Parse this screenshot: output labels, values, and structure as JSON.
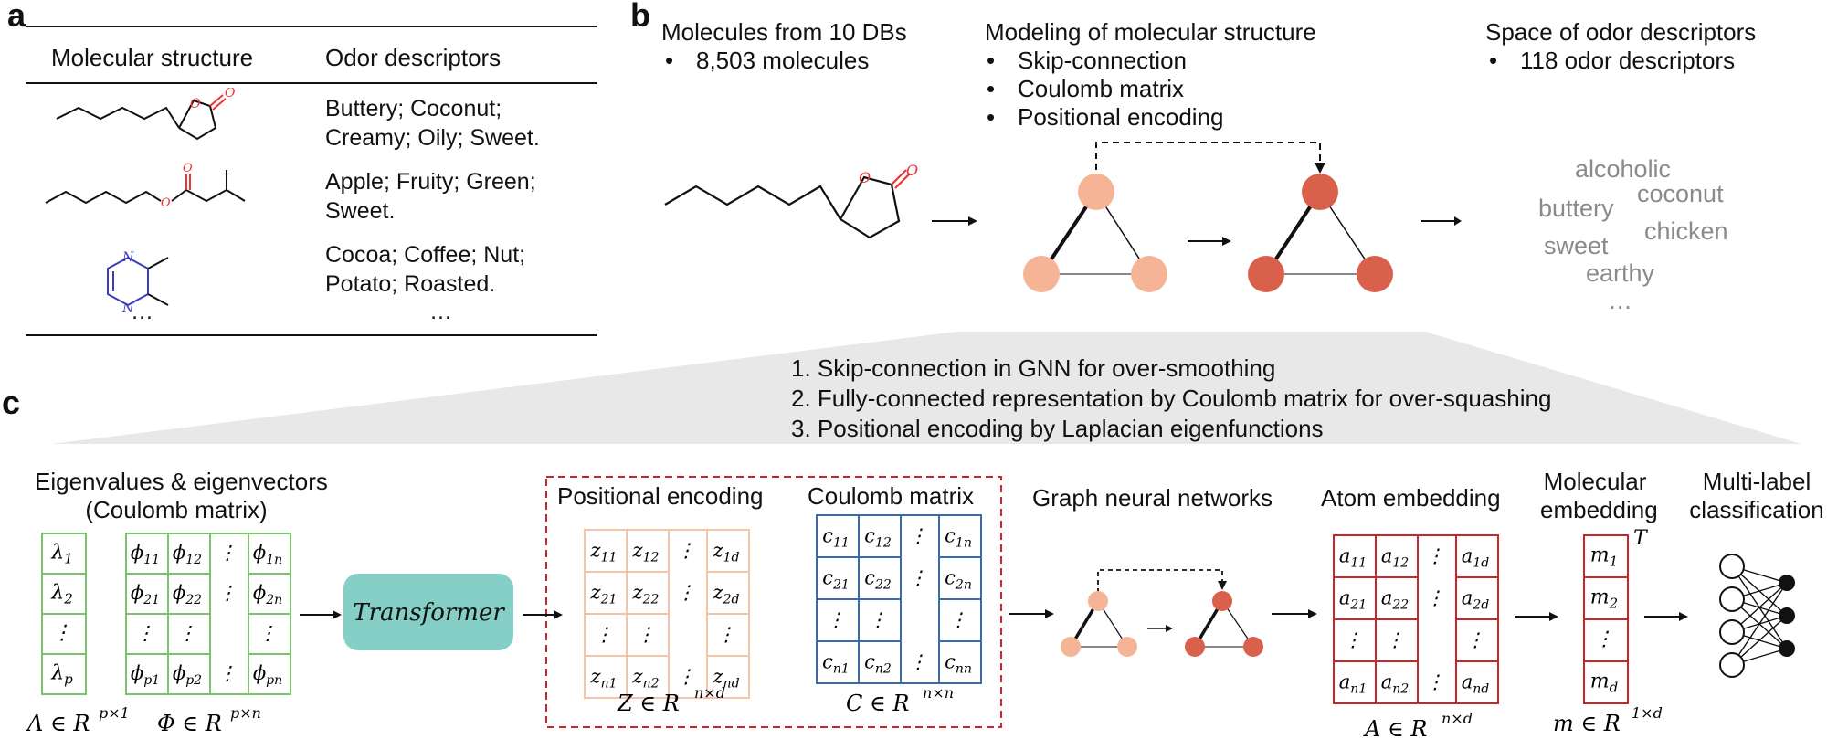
{
  "panels": {
    "a": "a",
    "b": "b",
    "c": "c"
  },
  "table": {
    "headers": [
      "Molecular structure",
      "Odor descriptors"
    ],
    "rows": [
      {
        "odor_line1": "Buttery; Coconut;",
        "odor_line2": "Creamy; Oily; Sweet."
      },
      {
        "odor_line1": "Apple; Fruity; Green;",
        "odor_line2": "Sweet."
      },
      {
        "odor_line1": "Cocoa; Coffee; Nut;",
        "odor_line2": "Potato; Roasted."
      }
    ],
    "ellipsis_left": "…",
    "ellipsis_right": "…"
  },
  "atoms": {
    "O": "O",
    "N": "N"
  },
  "panel_b": {
    "molecules_title": "Molecules from 10 DBs",
    "molecules_bullet": "8,503 molecules",
    "modeling_title": "Modeling of molecular structure",
    "modeling_bullets": [
      "Skip-connection",
      "Coulomb matrix",
      "Positional encoding"
    ],
    "space_title": "Space of odor descriptors",
    "space_bullet": "118 odor descriptors",
    "bullet_char": "•",
    "odor_words": [
      "alcoholic",
      "coconut",
      "buttery",
      "chicken",
      "sweet",
      "earthy",
      "…"
    ]
  },
  "improvements": [
    "1.   Skip-connection in GNN for over-smoothing",
    "2.   Fully-connected representation by Coulomb matrix for over-squashing",
    "3.   Positional encoding by Laplacian eigenfunctions"
  ],
  "panel_c": {
    "eig_title1": "Eigenvalues & eigenvectors",
    "eig_title2": "(Coulomb matrix)",
    "transformer": "Transformer",
    "pe_title": "Positional encoding",
    "cm_title": "Coulomb matrix",
    "gnn_title": "Graph neural networks",
    "atom_title": "Atom embedding",
    "mol_title1": "Molecular",
    "mol_title2": "embedding",
    "transpose": "T",
    "cls_title1": "Multi-label",
    "cls_title2": "classification",
    "lambda_label": "Λ ∈ R",
    "lambda_dim": "p×1",
    "phi_label": "Φ ∈ R",
    "phi_dim": "p×n",
    "z_label": "Z ∈ R",
    "z_dim": "n×d",
    "c_label": "C ∈ R",
    "c_dim": "n×n",
    "a_label": "A ∈ R",
    "a_dim": "n×d",
    "m_label": "m ∈ R",
    "m_dim": "1×d",
    "dots_v": "⋮",
    "dots_h": "⋮",
    "lambda_cells": [
      [
        "λ",
        "1"
      ],
      [
        "λ",
        "2"
      ],
      [
        "⋮",
        ""
      ],
      [
        "λ",
        "p"
      ]
    ],
    "phi_cells": [
      [
        [
          "ϕ",
          "11"
        ],
        [
          "ϕ",
          "12"
        ],
        [
          "⋮",
          ""
        ],
        [
          "ϕ",
          "1n"
        ]
      ],
      [
        [
          "ϕ",
          "21"
        ],
        [
          "ϕ",
          "22"
        ],
        [
          "⋮",
          ""
        ],
        [
          "ϕ",
          "2n"
        ]
      ],
      [
        [
          "⋮",
          ""
        ],
        [
          "⋮",
          ""
        ],
        [
          "",
          ""
        ],
        [
          "⋮",
          ""
        ]
      ],
      [
        [
          "ϕ",
          "p1"
        ],
        [
          "ϕ",
          "p2"
        ],
        [
          "⋮",
          ""
        ],
        [
          "ϕ",
          "pn"
        ]
      ]
    ],
    "z_cells": [
      [
        [
          "z",
          "11"
        ],
        [
          "z",
          "12"
        ],
        [
          "⋮",
          ""
        ],
        [
          "z",
          "1d"
        ]
      ],
      [
        [
          "z",
          "21"
        ],
        [
          "z",
          "22"
        ],
        [
          "⋮",
          ""
        ],
        [
          "z",
          "2d"
        ]
      ],
      [
        [
          "⋮",
          ""
        ],
        [
          "⋮",
          ""
        ],
        [
          "",
          ""
        ],
        [
          "⋮",
          ""
        ]
      ],
      [
        [
          "z",
          "n1"
        ],
        [
          "z",
          "n2"
        ],
        [
          "⋮",
          ""
        ],
        [
          "z",
          "nd"
        ]
      ]
    ],
    "c_cells": [
      [
        [
          "c",
          "11"
        ],
        [
          "c",
          "12"
        ],
        [
          "⋮",
          ""
        ],
        [
          "c",
          "1n"
        ]
      ],
      [
        [
          "c",
          "21"
        ],
        [
          "c",
          "22"
        ],
        [
          "⋮",
          ""
        ],
        [
          "c",
          "2n"
        ]
      ],
      [
        [
          "⋮",
          ""
        ],
        [
          "⋮",
          ""
        ],
        [
          "",
          ""
        ],
        [
          "⋮",
          ""
        ]
      ],
      [
        [
          "c",
          "n1"
        ],
        [
          "c",
          "n2"
        ],
        [
          "⋮",
          ""
        ],
        [
          "c",
          "nn"
        ]
      ]
    ],
    "a_cells": [
      [
        [
          "a",
          "11"
        ],
        [
          "a",
          "12"
        ],
        [
          "⋮",
          ""
        ],
        [
          "a",
          "1d"
        ]
      ],
      [
        [
          "a",
          "21"
        ],
        [
          "a",
          "22"
        ],
        [
          "⋮",
          ""
        ],
        [
          "a",
          "2d"
        ]
      ],
      [
        [
          "⋮",
          ""
        ],
        [
          "⋮",
          ""
        ],
        [
          "",
          ""
        ],
        [
          "⋮",
          ""
        ]
      ],
      [
        [
          "a",
          "n1"
        ],
        [
          "a",
          "n2"
        ],
        [
          "⋮",
          ""
        ],
        [
          "a",
          "nd"
        ]
      ]
    ],
    "m_cells": [
      [
        "m",
        "1"
      ],
      [
        "m",
        "2"
      ],
      [
        "⋮",
        ""
      ],
      [
        "m",
        "d"
      ]
    ]
  },
  "colors": {
    "green": "#7cc26b",
    "peach": "#f5c4a6",
    "blue": "#3a6bb0",
    "red": "#c9262c",
    "teal": "#86cfc6",
    "node_light": "#f6b497",
    "node_dark": "#d9614c",
    "odor_gray": "#8a8a8a"
  }
}
